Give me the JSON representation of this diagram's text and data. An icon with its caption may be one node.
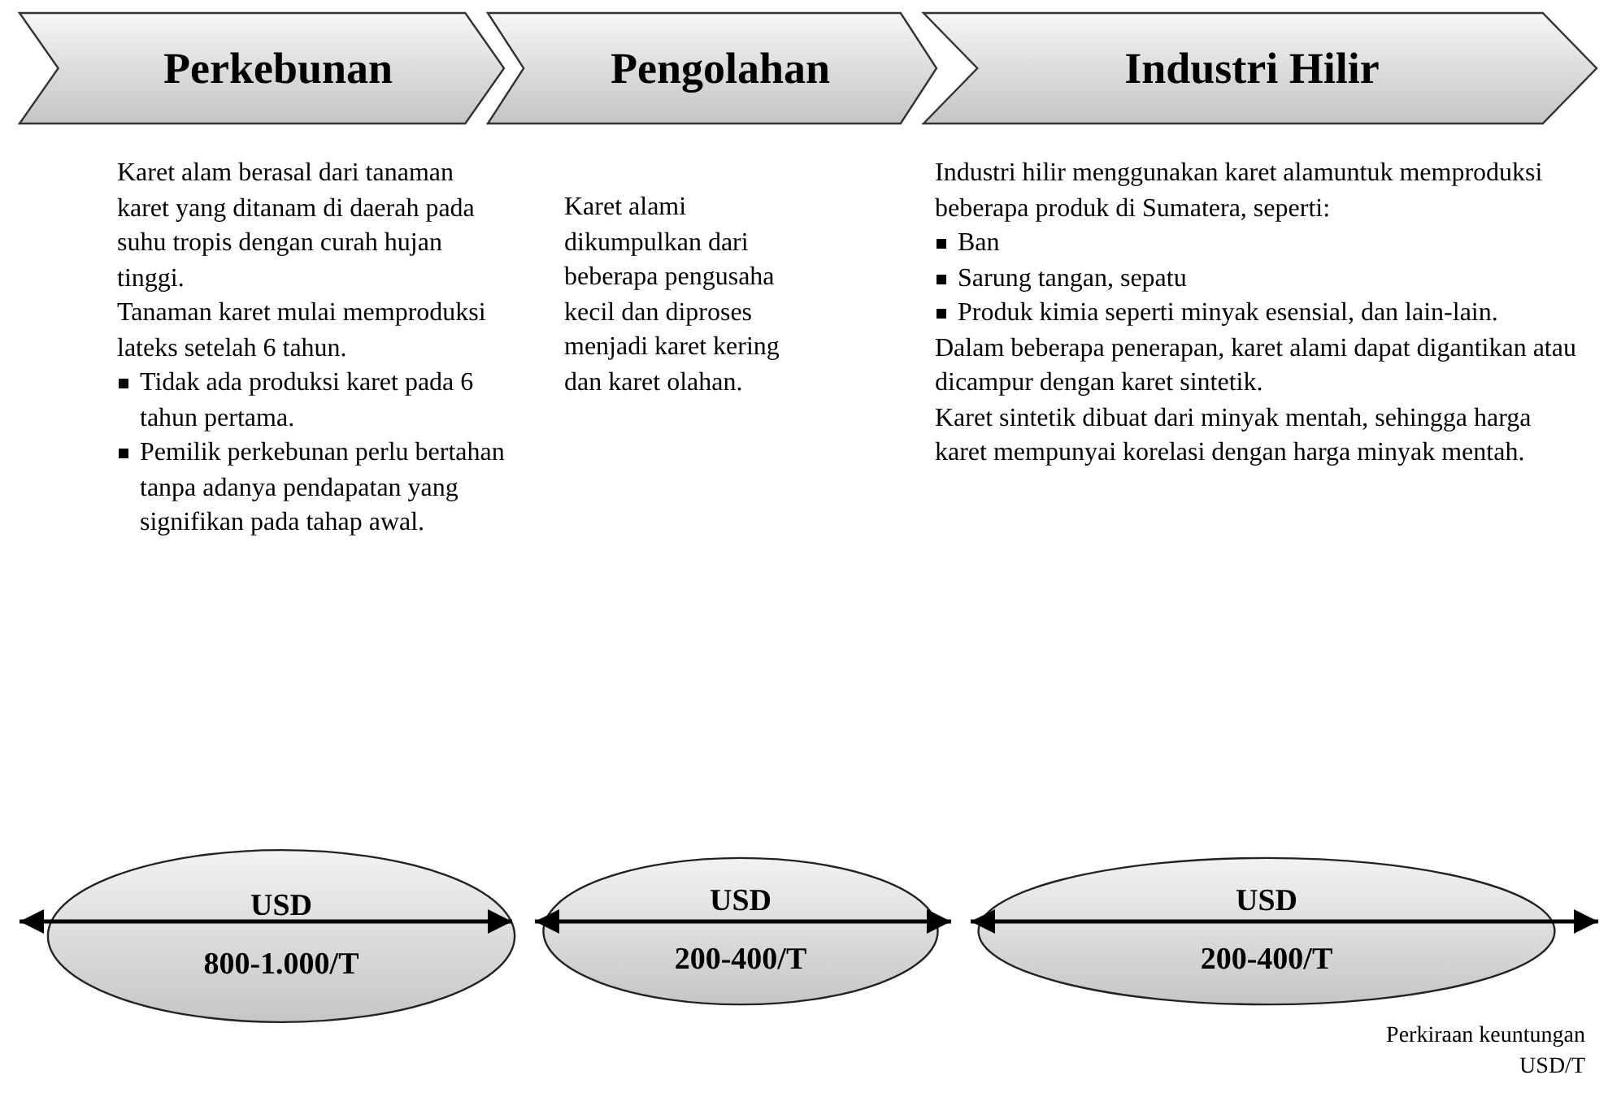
{
  "diagram": {
    "nodes": [
      {
        "text": [
          "Perkebunan"
        ]
      },
      {
        "text": [
          "Pengolahan"
        ]
      },
      {
        "text": [
          "Industri Hilir"
        ]
      },
      {
        "text": [
          "USD",
          "800-1.000/T"
        ]
      },
      {
        "text": [
          "USD",
          "200-400/T"
        ]
      },
      {
        "text": [
          "USD",
          "200-400/T"
        ]
      }
    ],
    "edges": [],
    "labels": [
      "Karet alam berasal dari tanaman karet yang ditanam di daerah pada suhu tropis dengan curah hujan tinggi.",
      "Tanaman karet mulai memproduksi lateks setelah 6 tahun.",
      "Tidak ada produksi karet pada 6 tahun pertama.",
      "Pemilik perkebunan perlu bertahan tanpa adanya pendapatan yang signifikan pada tahap awal.",
      "Karet alami dikumpulkan dari beberapa pengusaha kecil dan diproses menjadi karet kering dan karet olahan.",
      "Industri hilir menggunakan karet alamuntuk memproduksi beberapa produk di Sumatera, seperti:",
      "Ban",
      "Sarung tangan, sepatu",
      "Produk kimia seperti minyak esensial, dan lain-lain.",
      "Dalam beberapa penerapan, karet alami dapat digantikan atau dicampur dengan karet sintetik.",
      "Karet sintetik dibuat dari minyak mentah, sehingga harga karet mempunyai korelasi dengan harga minyak mentah.",
      "Perkiraan keuntungan USD/T"
    ]
  }
}
